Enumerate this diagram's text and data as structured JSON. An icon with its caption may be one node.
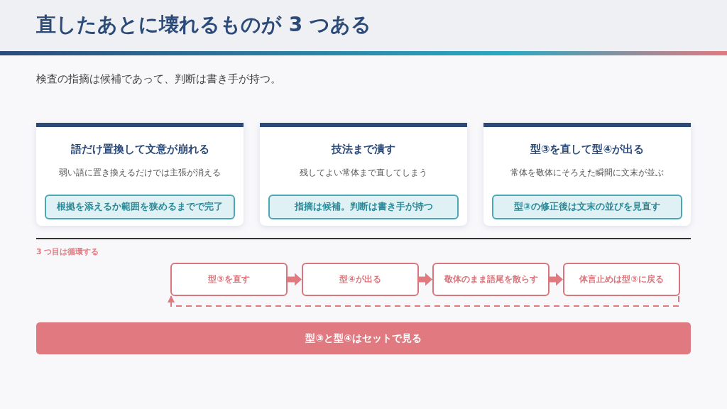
{
  "diagram": {
    "title": "直したあとに壊れるものが 3 つある",
    "nodes": [
      {
        "text": [
          "語だけ置換して文意が崩れる",
          "弱い語に置き換えるだけでは主張が消える"
        ]
      },
      {
        "text": [
          "根拠を添えるか範囲を狭めるまでで完了"
        ],
        "in": 0
      },
      {
        "text": [
          "技法まで潰す",
          "残してよい常体まで直してしまう"
        ]
      },
      {
        "text": [
          "指摘は候補。判断は書き手が持つ"
        ],
        "in": 2
      },
      {
        "text": [
          "型③を直して型④が出る",
          "常体を敬体にそろえた瞬間に文末が並ぶ"
        ]
      },
      {
        "text": [
          "型③の修正後は文末の並びを見直す"
        ],
        "in": 4
      },
      {
        "text": [
          "型③を直す"
        ]
      },
      {
        "text": [
          "型④が出る"
        ]
      },
      {
        "text": [
          "敬体のまま語尾を散らす"
        ]
      },
      {
        "text": [
          "体言止めは型③に戻る"
        ]
      },
      {
        "text": [
          "型③と型④はセットで見る"
        ]
      }
    ],
    "edges": [
      {
        "from": 6,
        "to": 7,
        "arrow": "to"
      },
      {
        "from": 7,
        "to": 8,
        "arrow": "to"
      },
      {
        "from": 8,
        "to": 9,
        "arrow": "to"
      },
      {
        "from": 9,
        "to": 6,
        "arrow": "to",
        "style": "dashed"
      }
    ],
    "labels": [
      "検査の指摘は候補であって、判断は書き手が持つ。",
      "3 つ目は循環する"
    ]
  }
}
